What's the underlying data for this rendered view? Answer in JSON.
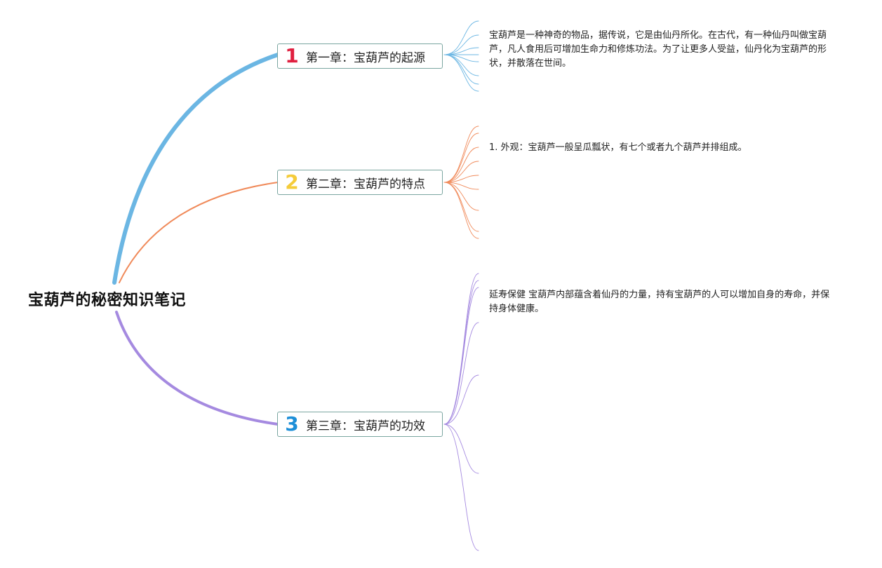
{
  "root": {
    "title": "宝葫芦的秘密知识笔记"
  },
  "chapters": [
    {
      "number": "1",
      "label": "第一章：宝葫芦的起源",
      "color": "#6bb6e3",
      "number_color": "#e02040",
      "text": "宝葫芦是一种神奇的物品，据传说，它是由仙丹所化。在古代，有一种仙丹叫做宝葫芦，凡人食用后可增加生命力和修炼功法。为了让更多人受益，仙丹化为宝葫芦的形状，并散落在世间。"
    },
    {
      "number": "2",
      "label": "第二章：宝葫芦的特点",
      "color": "#f08a5a",
      "number_color": "#f5cc3a",
      "text": "1. 外观：宝葫芦一般呈瓜瓢状，有七个或者九个葫芦并排组成。"
    },
    {
      "number": "3",
      "label": "第三章：宝葫芦的功效",
      "color": "#a58ae0",
      "number_color": "#1d8fd8",
      "text": "延寿保健 宝葫芦内部蕴含着仙丹的力量，持有宝葫芦的人可以增加自身的寿命，并保持身体健康。"
    }
  ]
}
